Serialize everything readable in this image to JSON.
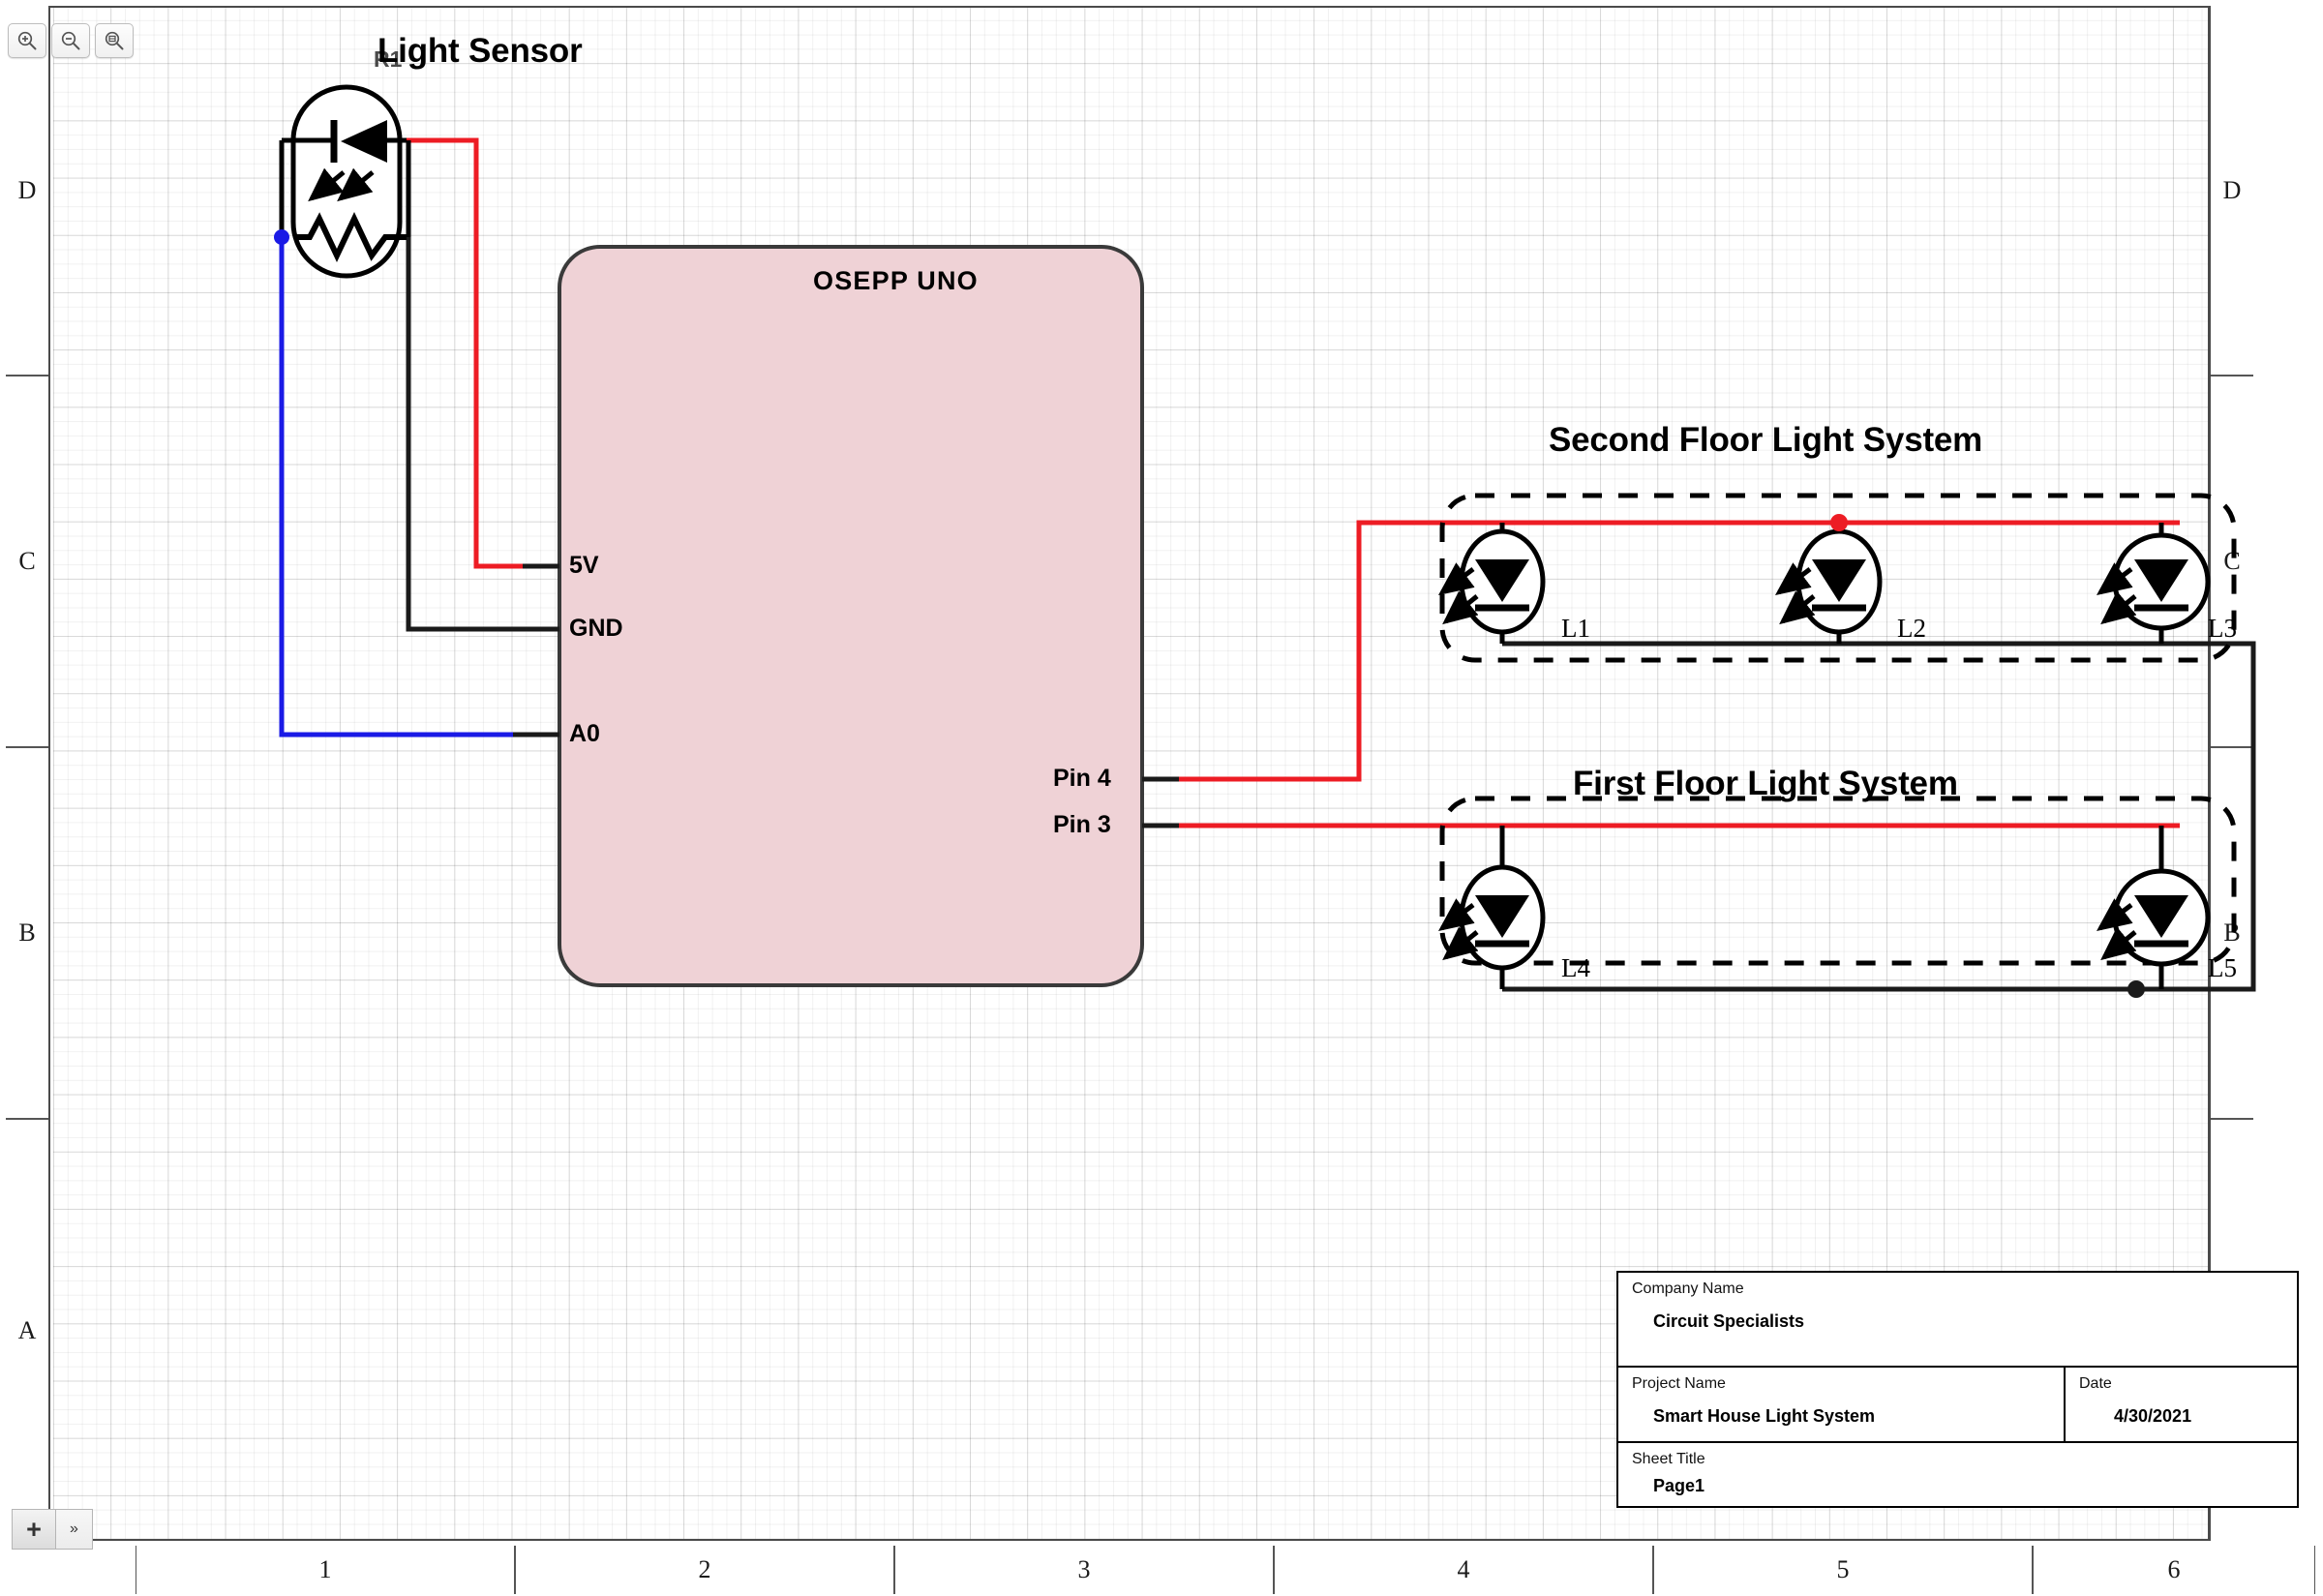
{
  "toolbar": {
    "zoom_in_label": "zoom-in",
    "zoom_out_label": "zoom-out",
    "zoom_fit_label": "zoom-fit"
  },
  "page_tabs": {
    "add_label": "+",
    "more_label": "»"
  },
  "sheet": {
    "row_zones": [
      "D",
      "C",
      "B",
      "A"
    ],
    "column_zones": [
      "1",
      "2",
      "3",
      "4",
      "5",
      "6"
    ]
  },
  "schematic": {
    "sensor": {
      "title": "Light Sensor",
      "designator": "R1"
    },
    "controller": {
      "name": "OSEPP UNO",
      "fill_color": "#EFD2D6",
      "left_pins": [
        "5V",
        "GND",
        "A0"
      ],
      "right_pins": [
        "Pin 4",
        "Pin 3"
      ]
    },
    "groups": [
      {
        "title": "Second Floor Light System",
        "leds": [
          "L1",
          "L2",
          "L3"
        ]
      },
      {
        "title": "First Floor Light System",
        "leds": [
          "L4",
          "L5"
        ]
      }
    ],
    "wire_colors": {
      "power": "#ED1C24",
      "ground": "#1A1A1A",
      "signal": "#1A1AE6"
    }
  },
  "title_block": {
    "company_caption": "Company Name",
    "company_value": "Circuit Specialists",
    "project_caption": "Project Name",
    "project_value": "Smart House Light System",
    "date_caption": "Date",
    "date_value": "4/30/2021",
    "sheet_caption": "Sheet Title",
    "sheet_value": "Page1"
  }
}
